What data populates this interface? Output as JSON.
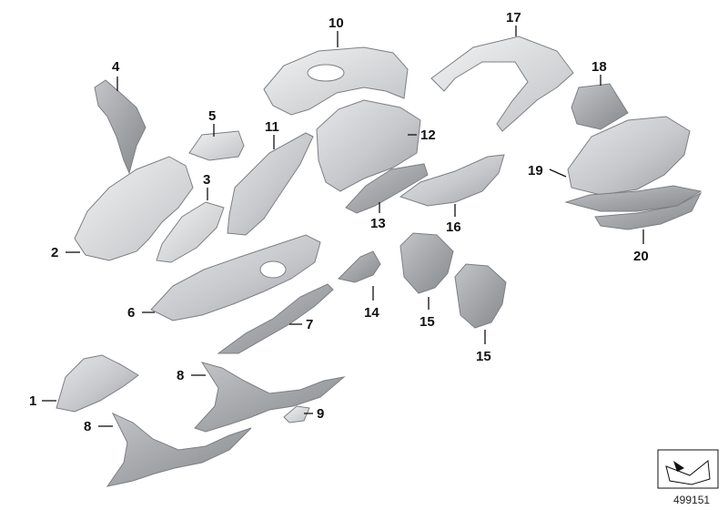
{
  "diagram": {
    "reference_number": "499151",
    "icon": "corner-fold-arrow-icon",
    "colors": {
      "part_fill": "#c9cbce",
      "part_light": "#e4e5e7",
      "part_dark": "#a7a9ac",
      "line": "#111111"
    },
    "callouts": [
      {
        "id": "c4",
        "label": "4"
      },
      {
        "id": "c5",
        "label": "5"
      },
      {
        "id": "c10",
        "label": "10"
      },
      {
        "id": "c11",
        "label": "11"
      },
      {
        "id": "c12",
        "label": "12"
      },
      {
        "id": "c17",
        "label": "17"
      },
      {
        "id": "c18",
        "label": "18"
      },
      {
        "id": "c3",
        "label": "3"
      },
      {
        "id": "c2",
        "label": "2"
      },
      {
        "id": "c13",
        "label": "13"
      },
      {
        "id": "c16",
        "label": "16"
      },
      {
        "id": "c19",
        "label": "19"
      },
      {
        "id": "c20",
        "label": "20"
      },
      {
        "id": "c6",
        "label": "6"
      },
      {
        "id": "c7",
        "label": "7"
      },
      {
        "id": "c14",
        "label": "14"
      },
      {
        "id": "c15a",
        "label": "15"
      },
      {
        "id": "c15b",
        "label": "15"
      },
      {
        "id": "c8a",
        "label": "8"
      },
      {
        "id": "c1",
        "label": "1"
      },
      {
        "id": "c9",
        "label": "9"
      },
      {
        "id": "c8b",
        "label": "8"
      }
    ]
  }
}
